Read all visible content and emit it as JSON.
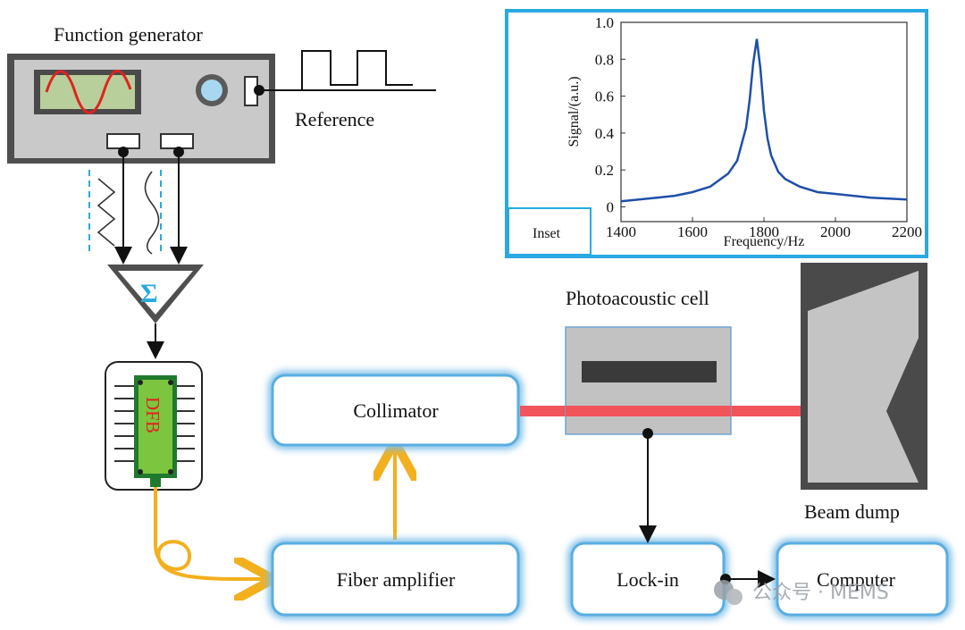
{
  "labels": {
    "function_generator": "Function generator",
    "reference": "Reference",
    "sigma": "Σ",
    "dfb": "DFB",
    "collimator": "Collimator",
    "fiber_amplifier": "Fiber amplifier",
    "photoacoustic_cell": "Photoacoustic cell",
    "beam_dump": "Beam dump",
    "lock_in": "Lock-in",
    "computer": "Computer",
    "watermark": "公众号 · MEMS"
  },
  "colors": {
    "box_glow": "#7fbfe8",
    "laser_beam": "#f2545b",
    "fiber": "#f2b01e",
    "inset_border": "#29a9e0",
    "curve": "#1f4fa8",
    "device_body": "#4a4a4a"
  },
  "chart_data": {
    "type": "line",
    "title": "",
    "xlabel": "Frequency/Hz",
    "ylabel": "Signal/(a.u.)",
    "xlim": [
      1400,
      2200
    ],
    "ylim": [
      0,
      1.0
    ],
    "xticks": [
      "1400",
      "1600",
      "1800",
      "2000",
      "2200"
    ],
    "yticks": [
      "0",
      "0.2",
      "0.4",
      "0.6",
      "0.8",
      "1.0"
    ],
    "inset_label": "Inset",
    "series": [
      {
        "x": [
          1400,
          1450,
          1500,
          1550,
          1600,
          1650,
          1700,
          1725,
          1750,
          1760,
          1770,
          1780,
          1790,
          1800,
          1810,
          1820,
          1840,
          1860,
          1900,
          1950,
          2000,
          2050,
          2100,
          2150,
          2200
        ],
        "y": [
          0.03,
          0.04,
          0.05,
          0.06,
          0.08,
          0.11,
          0.18,
          0.25,
          0.43,
          0.58,
          0.78,
          0.91,
          0.75,
          0.52,
          0.37,
          0.28,
          0.19,
          0.15,
          0.11,
          0.08,
          0.07,
          0.06,
          0.05,
          0.045,
          0.04
        ]
      }
    ]
  }
}
